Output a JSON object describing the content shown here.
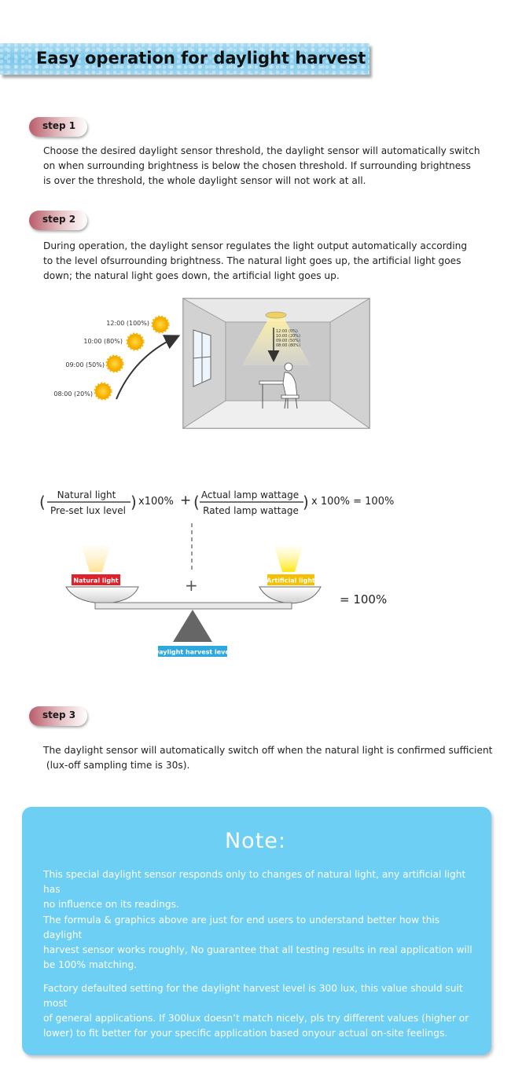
{
  "banner": {
    "title": "Easy operation for daylight harvest"
  },
  "step1": {
    "label": "step 1",
    "lines": [
      "Choose the desired daylight sensor threshold, the daylight sensor will automatically switch",
      "on when surrounding brightness is below the chosen threshold. If surrounding brightness",
      "is over the threshold, the whole daylight sensor will not work at all."
    ]
  },
  "step2": {
    "label": "step 2",
    "lines": [
      "During operation, the daylight sensor regulates the light output automatically according",
      "to the level ofsurrounding brightness. The natural light goes up, the artificial light goes",
      "down; the natural light goes down, the artificial light goes up."
    ]
  },
  "suns": [
    {
      "label": "12:00 (100%)"
    },
    {
      "label": "10:00 (80%)"
    },
    {
      "label": "09:00 (50%)"
    },
    {
      "label": "08:00 (20%)"
    }
  ],
  "lamp_levels": [
    "12:00 (0%)",
    "10:00 (20%)",
    "09:00 (50%)",
    "08:00 (80%)"
  ],
  "formula": {
    "natural_num": "Natural light",
    "natural_den": "Pre-set lux level",
    "x100": "x100%",
    "plus": "+",
    "actual_num": "Actual lamp wattage",
    "actual_den": "Rated lamp wattage",
    "tail": "x 100% = 100%",
    "paren_open": "(",
    "paren_close": ")"
  },
  "balance": {
    "natural_tag": "Natural light",
    "artificial_tag": "Artificial light",
    "plus": "+",
    "equals": "= 100%",
    "level_tag": "Daylight harvest level"
  },
  "step3": {
    "label": "step 3",
    "lines": [
      "The daylight sensor will automatically switch off when the natural light is confirmed sufficient",
      " (lux-off sampling time is 30s)."
    ]
  },
  "note": {
    "title": "Note:",
    "p1": [
      "This special daylight sensor responds only to changes of natural light, any artificial light has",
      "no influence on its readings."
    ],
    "p2": [
      "The formula & graphics above are just for end users to understand better how this daylight",
      "harvest sensor works roughly, No guarantee that all testing results in real application will",
      "be 100% matching."
    ],
    "p3": [
      "Factory defaulted setting for the daylight harvest level is 300 lux, this value should suit most",
      "of general applications. If 300lux doesn’t match nicely, pls try different values (higher or",
      "lower) to fit better for your specific application based onyour actual on-site feelings."
    ]
  },
  "colors": {
    "banner": "#7cc7ea",
    "step_pill": "#b95c6a",
    "note_bg": "#6ccff3",
    "sun": "#f7b500",
    "natural_tag": "#e0202a",
    "artificial_tag": "#f5c000",
    "level_tag": "#2fa8e0"
  }
}
